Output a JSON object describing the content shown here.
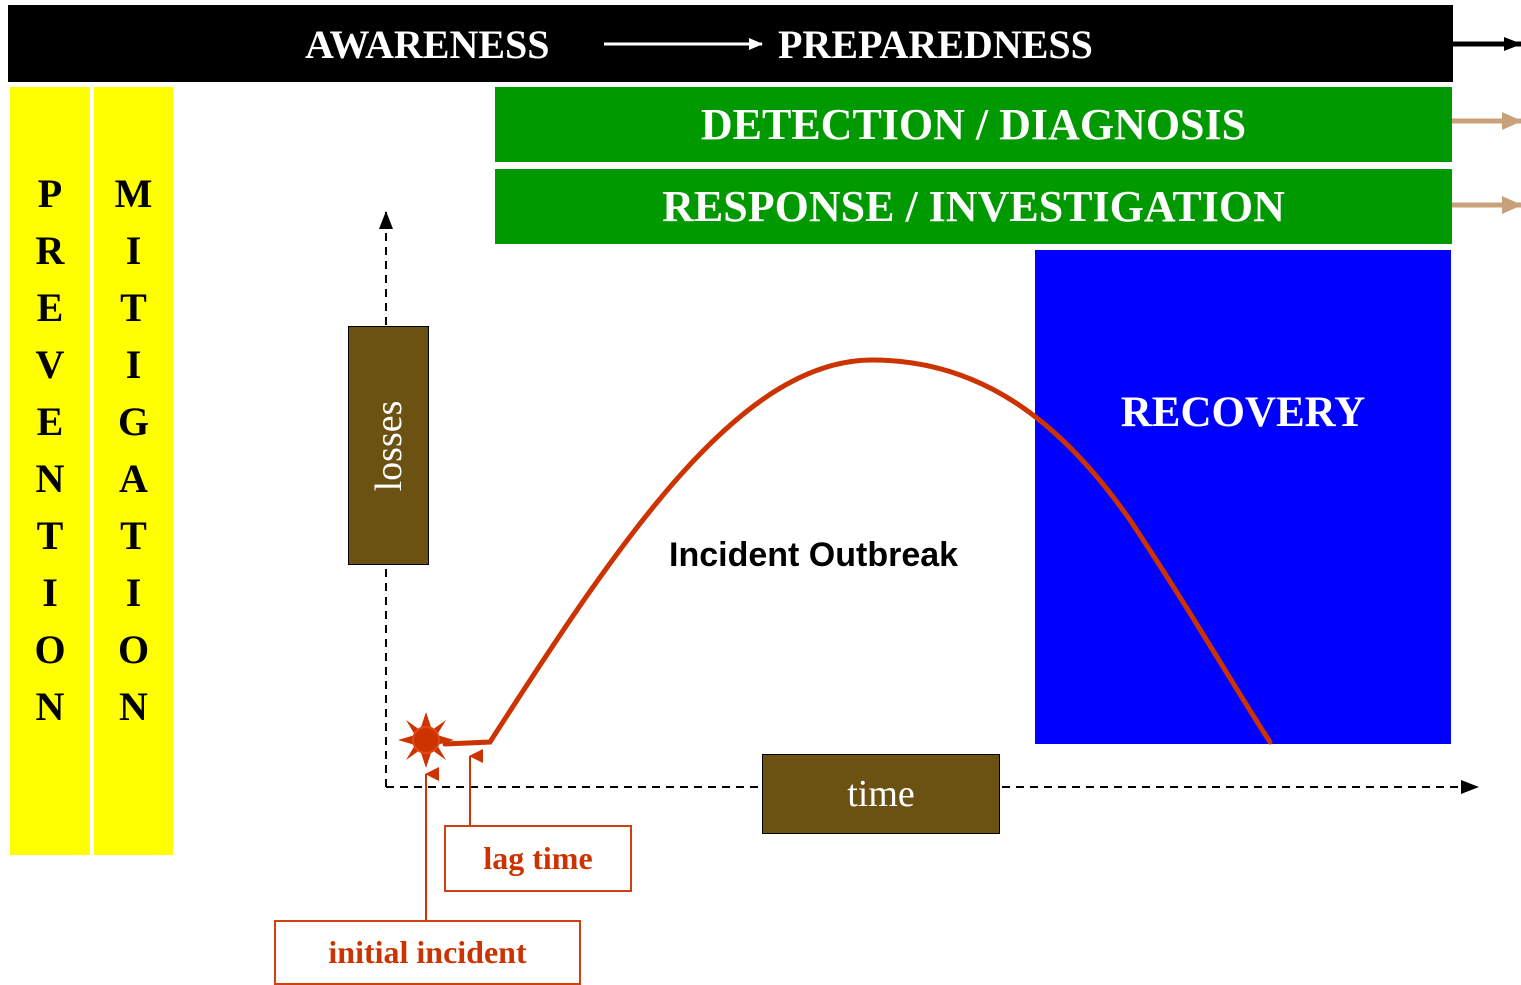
{
  "banner": {
    "left": "AWARENESS",
    "right": "PREPAREDNESS"
  },
  "bars": {
    "detection": "DETECTION / DIAGNOSIS",
    "response": "RESPONSE / INVESTIGATION"
  },
  "columns": {
    "prevention": [
      "P",
      "R",
      "E",
      "V",
      "E",
      "N",
      "T",
      "I",
      "O",
      "N"
    ],
    "mitigation": [
      "M",
      "I",
      "T",
      "I",
      "G",
      "A",
      "T",
      "I",
      "O",
      "N"
    ]
  },
  "recovery": "RECOVERY",
  "axes": {
    "y_label": "losses",
    "x_label": "time"
  },
  "curve_label": "Incident Outbreak",
  "callouts": {
    "lag": "lag time",
    "initial": "initial incident"
  },
  "colors": {
    "banner": "#000000",
    "bars": "#009900",
    "columns": "#ffff00",
    "recovery": "#0000ff",
    "label_boxes": "#6b5213",
    "curve": "#cc3300",
    "tan_arrows": "#c8a07a"
  }
}
